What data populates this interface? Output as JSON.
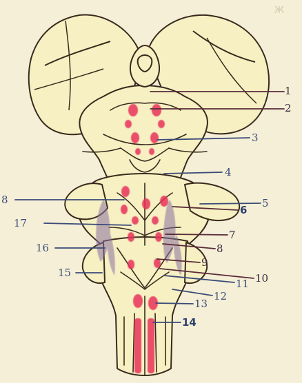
{
  "watermark": "Ж",
  "labels": [
    {
      "id": "1",
      "text": "1"
    },
    {
      "id": "2",
      "text": "2"
    },
    {
      "id": "3",
      "text": "3"
    },
    {
      "id": "4",
      "text": "4"
    },
    {
      "id": "5",
      "text": "5"
    },
    {
      "id": "6",
      "text": "6"
    },
    {
      "id": "7",
      "text": "7"
    },
    {
      "id": "8r",
      "text": "8"
    },
    {
      "id": "8l",
      "text": "8"
    },
    {
      "id": "9",
      "text": "9"
    },
    {
      "id": "10",
      "text": "10"
    },
    {
      "id": "11",
      "text": "11"
    },
    {
      "id": "12",
      "text": "12"
    },
    {
      "id": "13",
      "text": "13"
    },
    {
      "id": "14",
      "text": "14"
    },
    {
      "id": "15",
      "text": "15"
    },
    {
      "id": "16",
      "text": "16"
    },
    {
      "id": "17",
      "text": "17"
    }
  ],
  "colors": {
    "background": "#f4efd6",
    "tissue": "#f6f0c2",
    "outline": "#3a2a1e",
    "nuclei": "#e8305a",
    "tract": "#8a6fa0",
    "leader_dark": "#5a2a3a",
    "leader_blue": "#3a4a78",
    "label_dark": "#3a2a40",
    "label_blue": "#3d4d7a"
  }
}
